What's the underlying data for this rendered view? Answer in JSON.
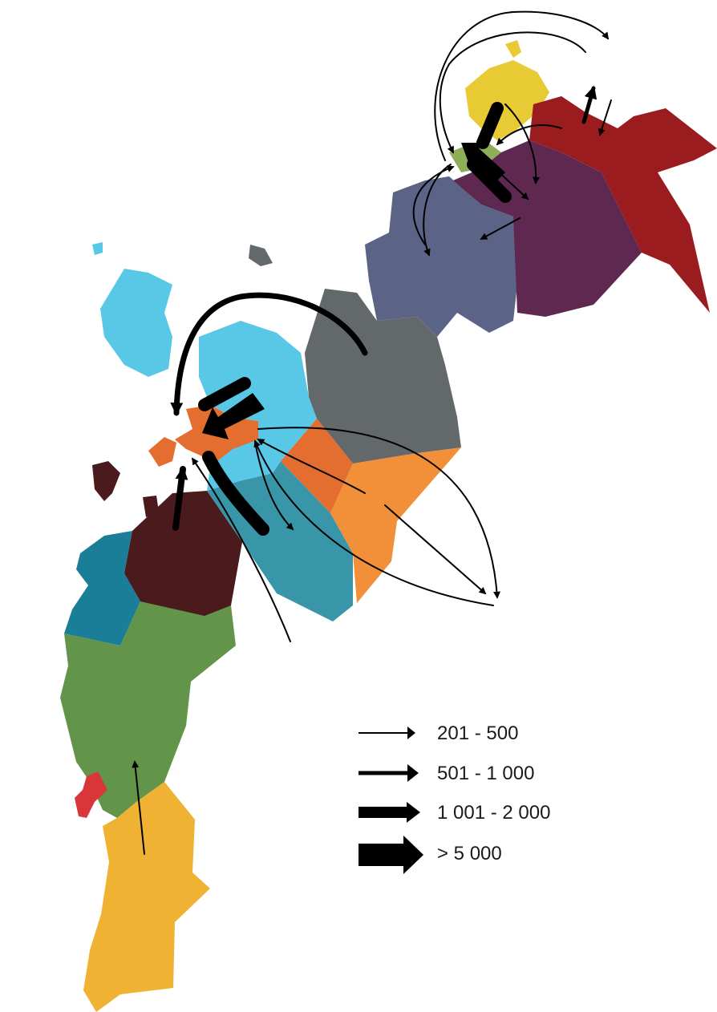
{
  "map": {
    "regions": [
      {
        "name": "region-far-northeast",
        "color": "#9b1c1f"
      },
      {
        "name": "region-northeast-purple",
        "color": "#5e2850"
      },
      {
        "name": "region-north-islands-yellow",
        "color": "#e8ca35"
      },
      {
        "name": "region-north-small-green",
        "color": "#8fae5a"
      },
      {
        "name": "region-north-slate",
        "color": "#5b6486"
      },
      {
        "name": "region-central-grey",
        "color": "#63686a"
      },
      {
        "name": "region-west-islands-lightblue",
        "color": "#58c8e6"
      },
      {
        "name": "region-city-core-orange",
        "color": "#e46e2f"
      },
      {
        "name": "region-inland-orange",
        "color": "#f2903a"
      },
      {
        "name": "region-inland-teal",
        "color": "#3995a8"
      },
      {
        "name": "region-coastal-teal",
        "color": "#1a7e98"
      },
      {
        "name": "region-dark-maroon",
        "color": "#4a1a1d"
      },
      {
        "name": "region-south-green",
        "color": "#62944a"
      },
      {
        "name": "region-south-red-islet",
        "color": "#d9363a"
      },
      {
        "name": "region-southern-gold",
        "color": "#f0b233"
      }
    ]
  },
  "legend": {
    "items": [
      {
        "label": "201 - 500"
      },
      {
        "label": "501 - 1 000"
      },
      {
        "label": "1 001 - 2 000"
      },
      {
        "label": "> 5 000"
      }
    ]
  }
}
